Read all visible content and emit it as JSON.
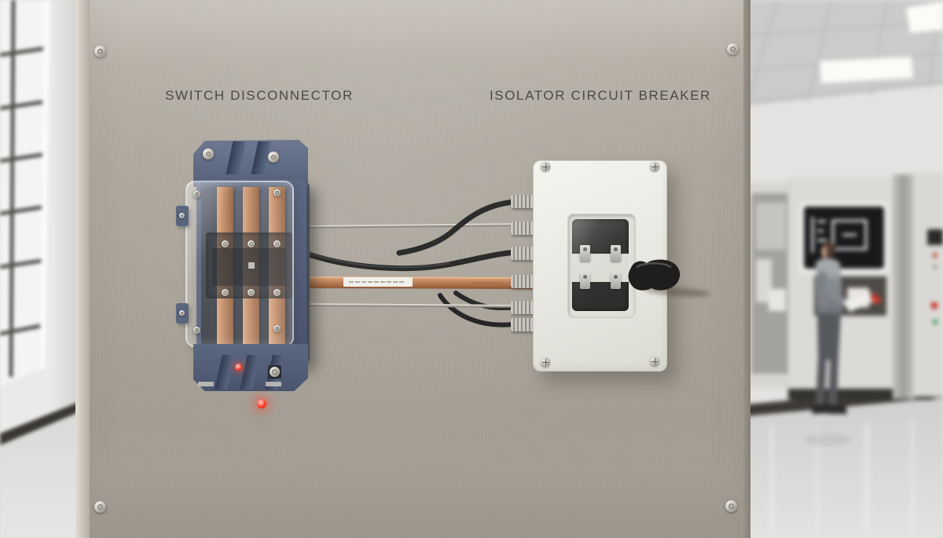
{
  "labels": {
    "left_device": "SWITCH DISCONNECTOR",
    "right_device": "ISOLATOR CIRCUIT BREAKER"
  },
  "colors": {
    "panel_metal": "#aba59b",
    "disconnector_body": "#56627c",
    "copper_busbar": "#bd8257",
    "breaker_box": "#eceae4",
    "breaker_handle": "#1f1e1d",
    "status_led_red": "#ff3226",
    "label_text": "#4b4844"
  },
  "indicators": {
    "disconnector_led": "on",
    "panel_led": "on",
    "breaker_handle_direction": "right"
  }
}
